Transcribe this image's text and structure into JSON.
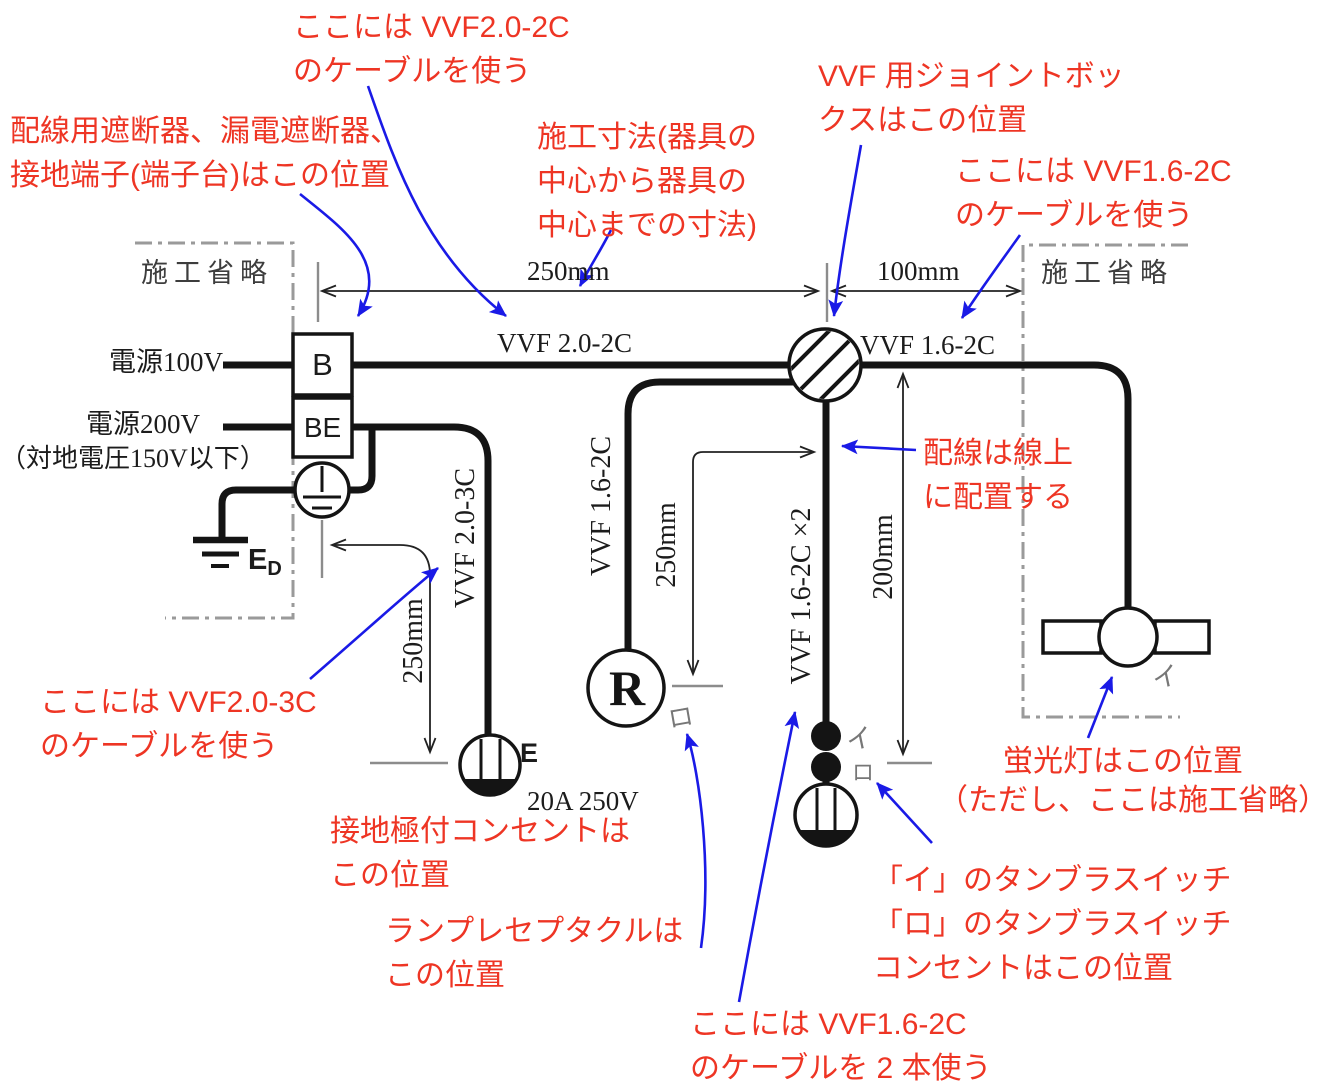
{
  "colors": {
    "annotation_red": "#ee3524",
    "leader_blue": "#1a1ae6",
    "wire_black": "#141414",
    "dash_gray": "#9a9a9a",
    "tick_gray": "#8c8c8c"
  },
  "annotations": {
    "top_cable": "ここには VVF2.0-2C\nのケーブルを使う",
    "breaker_position": "配線用遮断器、漏電遮断器、\n接地端子(端子台)はこの位置",
    "dimension_note": "施工寸法(器具の\n中心から器具の\n中心までの寸法)",
    "joint_box_position": "VVF 用ジョイントボッ\nクスはこの位置",
    "right_cable": "ここには VVF1.6-2C\nのケーブルを使う",
    "wiring_on_line": "配線は線上\nに配置する",
    "left_cable": "ここには VVF2.0-3C\nのケーブルを使う",
    "outlet_position": "接地極付コンセントは\nこの位置",
    "lamp_position": "ランプレセプタクルは\nこの位置",
    "fluorescent_position_1": "蛍光灯はこの位置",
    "fluorescent_position_2": "（ただし、ここは施工省略）",
    "switch_positions": "「イ」のタンブラスイッチ\n「ロ」のタンブラスイッチ\nコンセントはこの位置",
    "bottom_cable": "ここには VVF1.6-2C\nのケーブルを 2 本使う"
  },
  "diagram": {
    "omitted_left": "施工省略",
    "omitted_right": "施工省略",
    "power_100v": "電源100V",
    "power_200v": "電源200V",
    "ground_voltage_note": "（対地電圧150V以下）",
    "dim_top_250": "250mm",
    "dim_top_100": "100mm",
    "cable_vvf2020": "VVF 2.0-2C",
    "cable_vvf1620_h": "VVF 1.6-2C",
    "cable_vvf2030_v": "VVF 2.0-3C",
    "dim_left_250": "250mm",
    "cable_vvf1620_v": "VVF 1.6-2C",
    "dim_mid_250": "250mm",
    "cable_vvf1620x2_v": "VVF 1.6-2C ×2",
    "dim_right_200": "200mm",
    "breaker_b": "B",
    "breaker_be": "BE",
    "earth_label": "E",
    "earth_label_sub": "D",
    "receptacle_r": "R",
    "outlet_e_label": "E",
    "outlet_rating": "20A 250V",
    "lamp_switch_mark": "ロ",
    "switch_mark_i": "イ",
    "switch_mark_ro": "ロ",
    "fluorescent_mark": "イ"
  }
}
